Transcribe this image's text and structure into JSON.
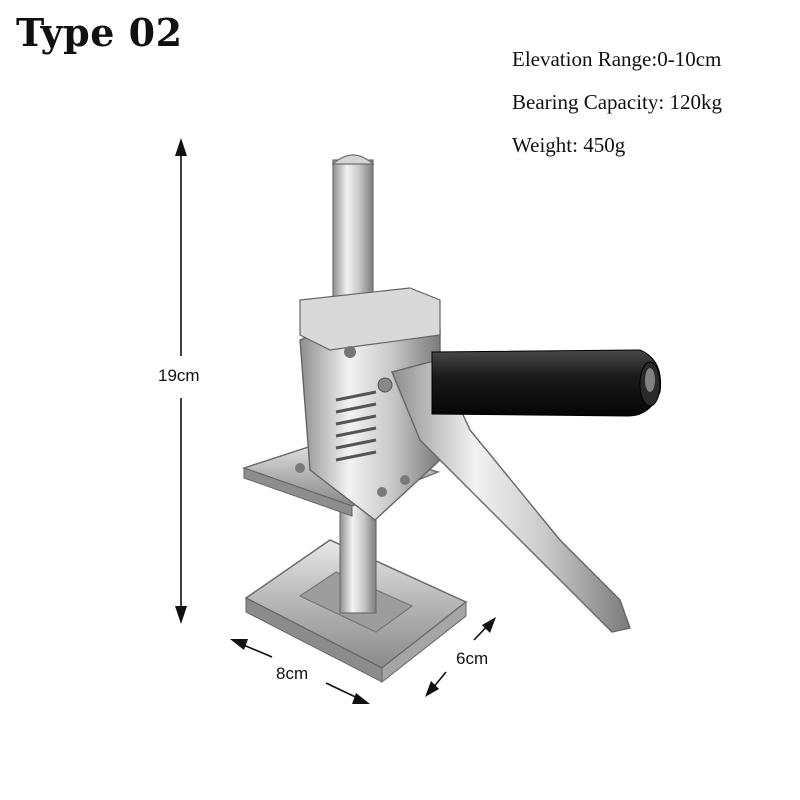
{
  "title": "Type 02",
  "specs": [
    "Elevation Range:0-10cm",
    "Bearing Capacity: 120kg",
    "Weight: 450g"
  ],
  "dimensions": {
    "height": "19cm",
    "width": "8cm",
    "depth": "6cm"
  }
}
